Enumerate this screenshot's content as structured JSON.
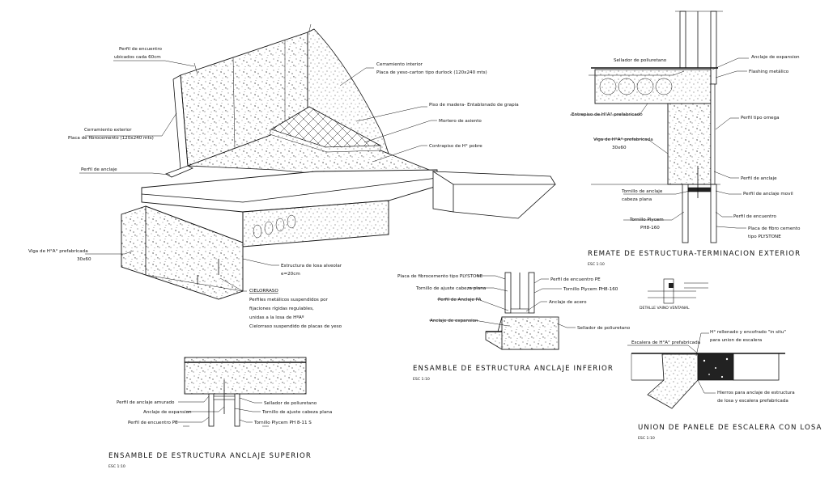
{
  "colors": {
    "line": "#111111",
    "background": "#ffffff",
    "fill_dark": "#222222"
  },
  "iso": {
    "labels": {
      "perfil_encuentro": "Perfil de encuentro",
      "ubicados": "ubicados cada 60cm",
      "cerr_interior": "Cerramiento interior",
      "placa_yeso": "Placa de yeso-carton tipo durlock (120x240 mts)",
      "piso_madera": "Piso de madera- Entablonado de grapia",
      "mortero": "Mortero de asiento",
      "cerr_exterior": "Cerramiento exterior",
      "placa_fibro": "Placa de fibrocemento (120x240 mts)",
      "contrapiso": "Contrapiso de H° pobre",
      "perfil_anclaje": "Perfil de anclaje",
      "viga": "Viga de H°A° prefabricada",
      "viga_dim": "30x60",
      "estructura_losa": "Estructura de losa alveolar",
      "estructura_losa2": "e=20cm",
      "cielorraso": "CIELORRASO",
      "cielo1": "Perfiles metálicos suspendidos por",
      "cielo2": "fijaciones rígidas regulables,",
      "cielo3": "unidas a la losa de HºAº",
      "cielo4": "Cielorraso suspendido de placas de yeso"
    }
  },
  "superior": {
    "title": "ENSAMBLE DE ESTRUCTURA ANCLAJE SUPERIOR",
    "scale": "ESC 1:10",
    "labels": {
      "perfil_amurado": "Perfil de anclaje amurado",
      "anclaje_exp": "Anclaje de expansion",
      "perfil_pe": "Perfil de encuentro PE",
      "sellador": "Sellador de poliuretano",
      "tornillo_ajuste": "Tornillo de ajuste cabeza plana",
      "tornillo_ply": "Tornillo Plycem PH 8-11 S"
    }
  },
  "inferior": {
    "title": "ENSAMBLE DE ESTRUCTURA ANCLAJE INFERIOR",
    "scale": "ESC 1:10",
    "labels": {
      "placa_plystone": "Placa de fibrocemento tipo PLYSTONE",
      "tornillo_ajuste": "Tornillo de ajuste cabeza plana",
      "perfil_pa": "Perfil de Anclaje PA",
      "anclaje_exp": "Anclaje de expansion",
      "perfil_pe": "Perfil de encuentro PE",
      "tornillo_ply": "Tornillo Plycem PH8-160",
      "anclaje_acero": "Anclaje de acero",
      "sellador": "Sellador de poliuretano"
    }
  },
  "remate": {
    "title": "REMATE DE ESTRUCTURA-TERMINACION EXTERIOR",
    "scale": "ESC 1:10",
    "labels": {
      "sellador": "Sellador de poliuretano",
      "anclaje_exp": "Anclaje de expansion",
      "flashing": "Flashing metálico",
      "entrepiso": "Entrepiso de H°A° prefabricado",
      "perfil_omega": "Perfil tipo omega",
      "viga": "Viga de H°A° prefabricada",
      "viga_dim": "30x60",
      "perfil_anclaje": "Perfil de anclaje",
      "perfil_movil": "Perfil de anclaje movil",
      "tornillo_anclaje": "Tornillo de anclaje",
      "cabeza_plana": "cabeza plana",
      "tornillo_ply": "Tornillo Plycem",
      "ph8": "PH8-160",
      "perfil_encuentro": "Perfil de encuentro",
      "placa_fibro": "Placa de fibro cemento",
      "tipo_plystone": "tipo PLYSTONE",
      "detalle": "DETALLE VAINO VENTANAL"
    }
  },
  "escalera": {
    "title": "UNION DE PANELE DE ESCALERA CON LOSA",
    "scale": "ESC 1:10",
    "labels": {
      "escalera": "Escalera de H°A° prefabricada",
      "relleno": "H° rellenado y encofrado \"in situ\"",
      "para_union": "para union de escalera",
      "hierros": "Hierros para anclaje de estructura",
      "hierros2": "de losa y escalera prefabricada"
    }
  }
}
